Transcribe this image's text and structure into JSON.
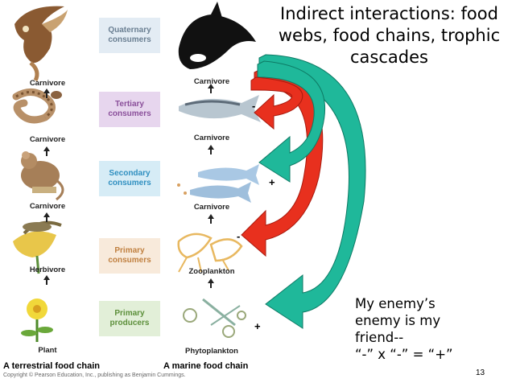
{
  "title": "Indirect interactions: food webs, food chains, trophic cascades",
  "levels": [
    {
      "label": "Quaternary consumers",
      "bg": "#e3ecf4",
      "fg": "#6a7f92"
    },
    {
      "label": "Tertiary consumers",
      "bg": "#e7d6ee",
      "fg": "#8a4f9a"
    },
    {
      "label": "Secondary consumers",
      "bg": "#d6ecf6",
      "fg": "#2f8fc0"
    },
    {
      "label": "Primary consumers",
      "bg": "#f8eadb",
      "fg": "#c08040"
    },
    {
      "label": "Primary producers",
      "bg": "#e2efd8",
      "fg": "#5c8f3a"
    }
  ],
  "terrestrial": [
    "Carnivore",
    "Carnivore",
    "Carnivore",
    "Herbivore",
    "Plant"
  ],
  "marine": [
    "Carnivore",
    "Carnivore",
    "Carnivore",
    "Zooplankton",
    "Phytoplankton"
  ],
  "signs": [
    "-",
    "+",
    "-",
    "+"
  ],
  "footer": {
    "terrestrial": "A terrestrial food chain",
    "marine": "A marine food chain",
    "copyright": "Copyright © Pearson Education, Inc., publishing as Benjamin Cummings."
  },
  "note": {
    "line1": "My enemy’s",
    "line2": "enemy is my",
    "line3": "friend--",
    "line4": "“-” x “-” = “+”"
  },
  "page_number": "13",
  "colors": {
    "red_arrow": "#e8301e",
    "teal_arrow": "#1fb89a"
  }
}
